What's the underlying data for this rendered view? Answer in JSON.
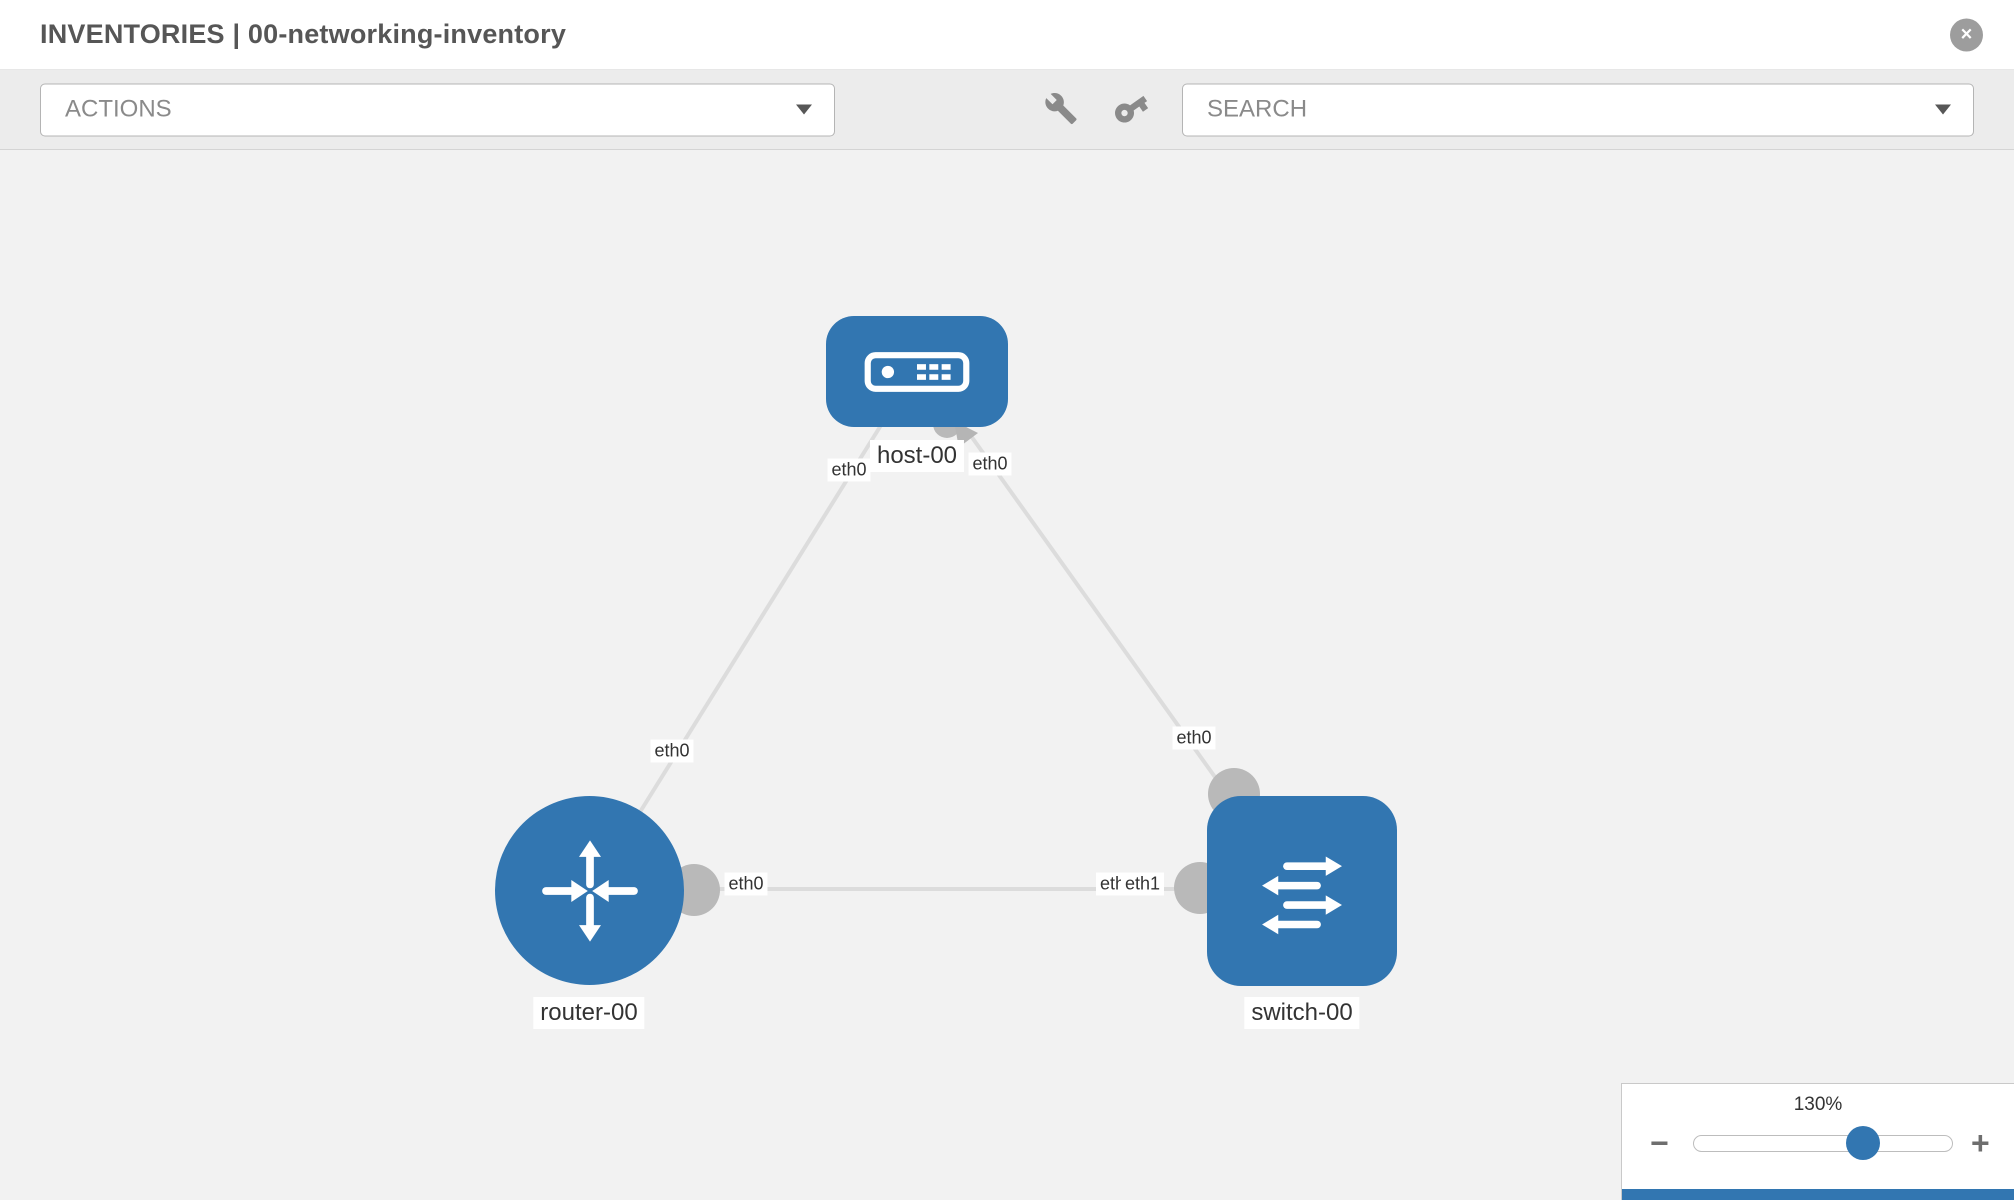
{
  "header": {
    "title": "INVENTORIES | 00-networking-inventory"
  },
  "icons": {
    "close": "×",
    "minus": "−",
    "plus": "+"
  },
  "toolbar": {
    "actions_label": "ACTIONS",
    "search_placeholder": "SEARCH"
  },
  "topology": {
    "nodes": [
      {
        "id": "host-00",
        "type": "host",
        "label": "host-00"
      },
      {
        "id": "router-00",
        "type": "router",
        "label": "router-00"
      },
      {
        "id": "switch-00",
        "type": "switch",
        "label": "switch-00"
      }
    ],
    "links": [
      {
        "from": "host-00",
        "from_iface": "eth0",
        "to": "router-00",
        "to_iface": "eth0"
      },
      {
        "from": "host-00",
        "from_iface": "eth0",
        "to": "switch-00",
        "to_iface": "eth0"
      },
      {
        "from": "router-00",
        "from_iface": "eth0",
        "to": "switch-00",
        "to_iface": "eth1",
        "to_iface_overlapped": "eth0"
      }
    ]
  },
  "zoom": {
    "level": "130%"
  },
  "colors": {
    "node_blue": "#3276b1",
    "link_gray": "#dcdcdc",
    "port_gray": "#b9b9b9",
    "canvas_bg": "#f2f2f2",
    "toolbar_bg": "#ececec"
  }
}
